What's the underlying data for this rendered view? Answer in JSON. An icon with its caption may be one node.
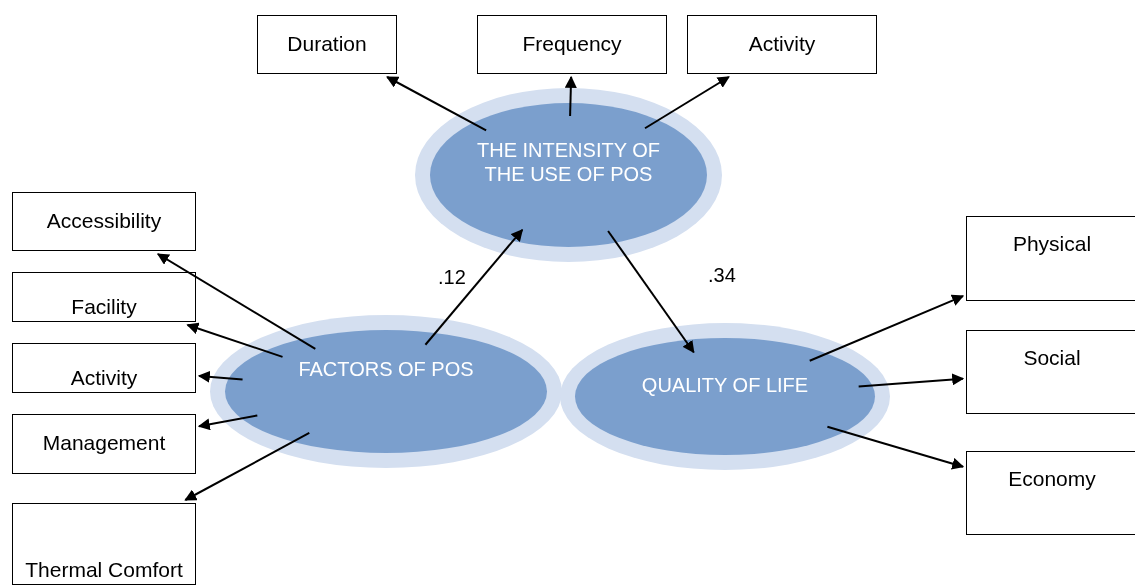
{
  "diagram": {
    "nodes": [
      {
        "text": [
          "Duration"
        ]
      },
      {
        "text": [
          "Frequency"
        ]
      },
      {
        "text": [
          "Activity"
        ]
      },
      {
        "text": [
          "THE INTENSITY OF THE USE OF POS"
        ]
      },
      {
        "text": [
          "Accessibility"
        ]
      },
      {
        "text": [
          "Facility"
        ]
      },
      {
        "text": [
          "Activity"
        ]
      },
      {
        "text": [
          "Management"
        ]
      },
      {
        "text": [
          "Thermal Comfort"
        ]
      },
      {
        "text": [
          "FACTORS OF POS"
        ]
      },
      {
        "text": [
          "QUALITY OF LIFE"
        ]
      },
      {
        "text": [
          "Physical"
        ]
      },
      {
        "text": [
          "Social"
        ]
      },
      {
        "text": [
          "Economy"
        ]
      }
    ],
    "edges": [
      {
        "from": 3,
        "to": 0,
        "arrow": "to"
      },
      {
        "from": 3,
        "to": 1,
        "arrow": "to"
      },
      {
        "from": 3,
        "to": 2,
        "arrow": "to"
      },
      {
        "from": 9,
        "to": 4,
        "arrow": "to"
      },
      {
        "from": 9,
        "to": 5,
        "arrow": "to"
      },
      {
        "from": 9,
        "to": 6,
        "arrow": "to"
      },
      {
        "from": 9,
        "to": 7,
        "arrow": "to"
      },
      {
        "from": 9,
        "to": 8,
        "arrow": "to"
      },
      {
        "from": 9,
        "to": 3,
        "arrow": "to",
        "label": ".12"
      },
      {
        "from": 3,
        "to": 10,
        "arrow": "to",
        "label": ".34"
      },
      {
        "from": 10,
        "to": 11,
        "arrow": "to"
      },
      {
        "from": 10,
        "to": 12,
        "arrow": "to"
      },
      {
        "from": 10,
        "to": 13,
        "arrow": "to"
      }
    ]
  }
}
